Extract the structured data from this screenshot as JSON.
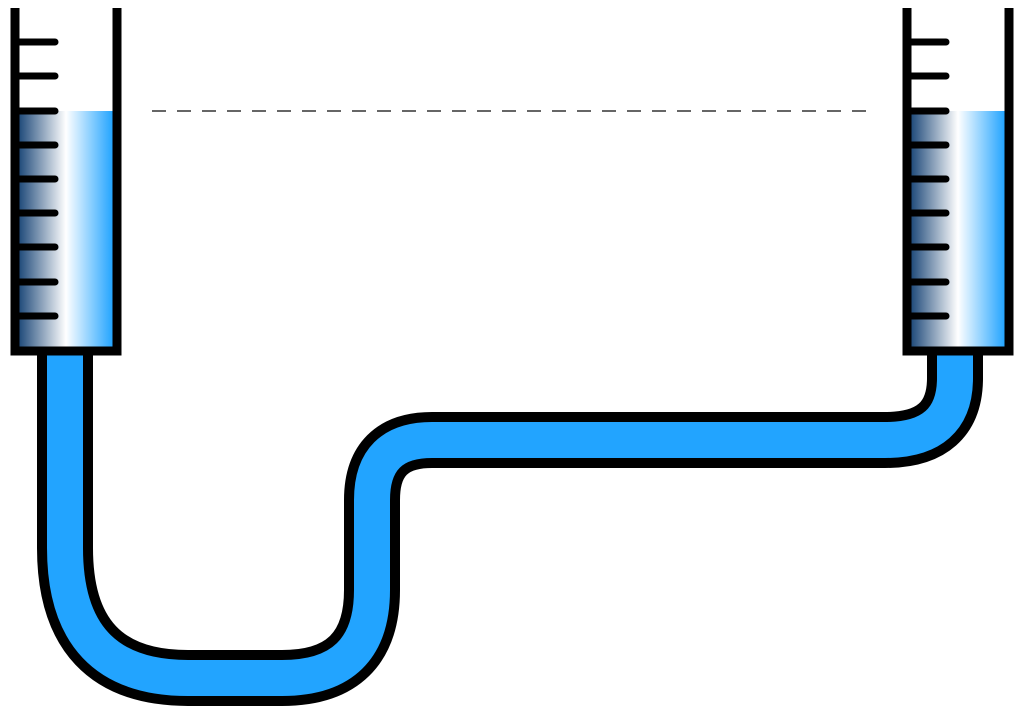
{
  "diagram": {
    "type": "communicating-vessels",
    "description_free": true,
    "colors": {
      "background": "#ffffff",
      "outline": "#000000",
      "liquid": "#22a4ff",
      "liquid_dark": "#1f4a7a",
      "liquid_light": "#ffffff",
      "level_line": "#333333"
    },
    "left_vessel": {
      "tick_marks": 9,
      "liquid_filled": true
    },
    "right_vessel": {
      "tick_marks": 9,
      "liquid_filled": true
    },
    "connecting_tube": {
      "liquid_filled": true,
      "shape": "U-bend-then-step-up"
    },
    "level_line": {
      "style": "dashed",
      "spans": "left-to-right-vessel"
    }
  }
}
